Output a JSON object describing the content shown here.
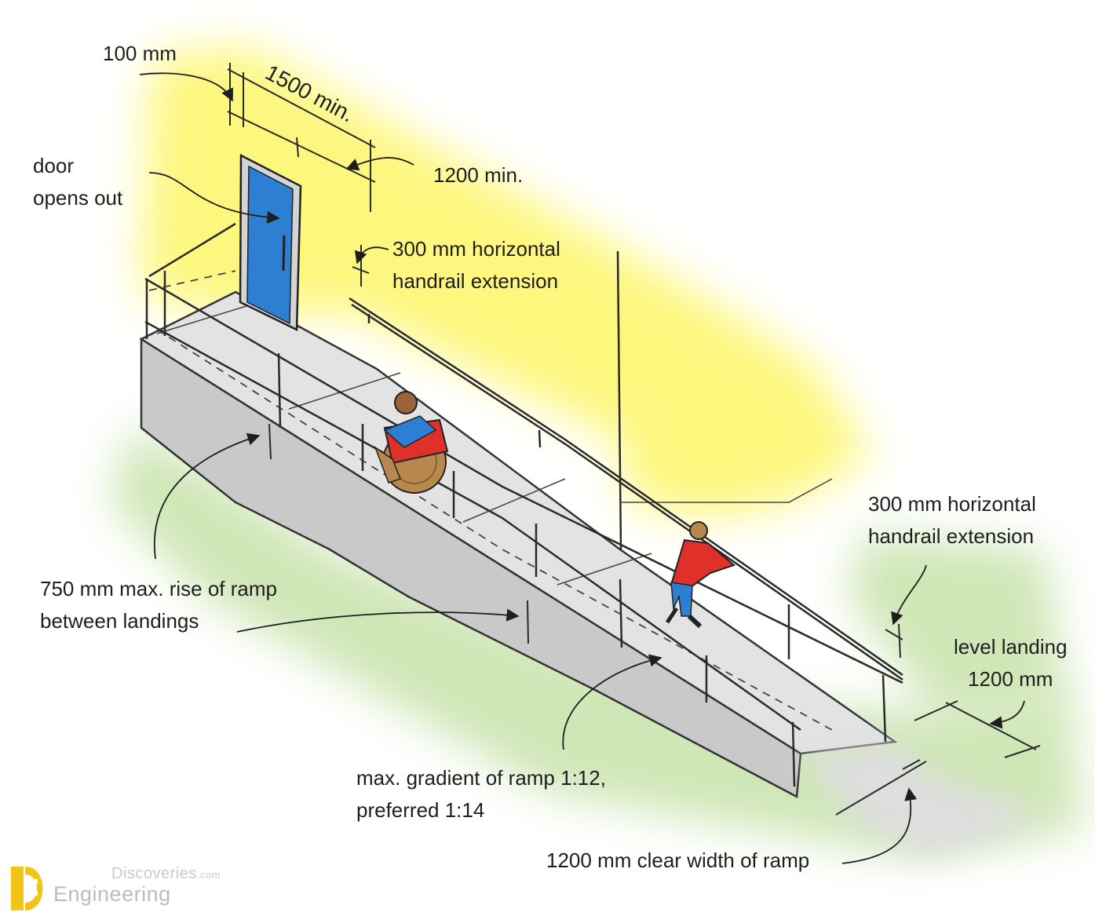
{
  "labels": {
    "door_opens_out": [
      "door",
      "opens out"
    ],
    "dim_100mm": "100 mm",
    "dim_1500_min": "1500 min.",
    "dim_1200_min": "1200 min.",
    "handrail_ext_top": [
      "300 mm horizontal",
      "handrail extension"
    ],
    "handrail_ext_right": [
      "300 mm horizontal",
      "handrail extension"
    ],
    "max_rise": [
      "750 mm max. rise of ramp",
      "between landings"
    ],
    "level_landing": [
      "level landing",
      "1200 mm"
    ],
    "gradient": [
      "max. gradient of ramp 1:12,",
      "preferred 1:14"
    ],
    "clear_width": "1200 mm clear width of ramp"
  },
  "logo": {
    "top": "Discoveries",
    "top_suffix": ".com",
    "bottom": "Engineering"
  },
  "colors": {
    "wall_yellow": "#fdf77e",
    "ground_green": "#cfe6b6",
    "ramp_grey": "#dedede",
    "ramp_side": "#c9c9c9",
    "door_blue": "#2d7fd4",
    "person_red": "#e0302a",
    "wheelchair_tan": "#b8894e",
    "line_dark": "#2a2a2a",
    "logo_yellow": "#f2c515"
  }
}
